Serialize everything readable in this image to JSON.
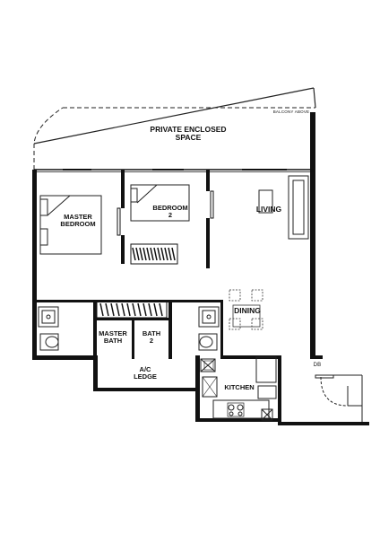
{
  "plan": {
    "labels": {
      "private_enclosed_space": "PRIVATE ENCLOSED\nSPACE",
      "balcony_above": "BALCONY ABOVE",
      "master_bedroom": "MASTER\nBEDROOM",
      "bedroom_2": "BEDROOM\n2",
      "living": "LIVING",
      "dining": "DINING",
      "master_bath": "MASTER\nBATH",
      "bath_2": "BATH\n2",
      "ac_ledge": "A/C\nLEDGE",
      "kitchen": "KITCHEN",
      "db": "DB"
    },
    "colors": {
      "wall": "#111111",
      "line": "#222222",
      "paper": "#ffffff"
    }
  }
}
